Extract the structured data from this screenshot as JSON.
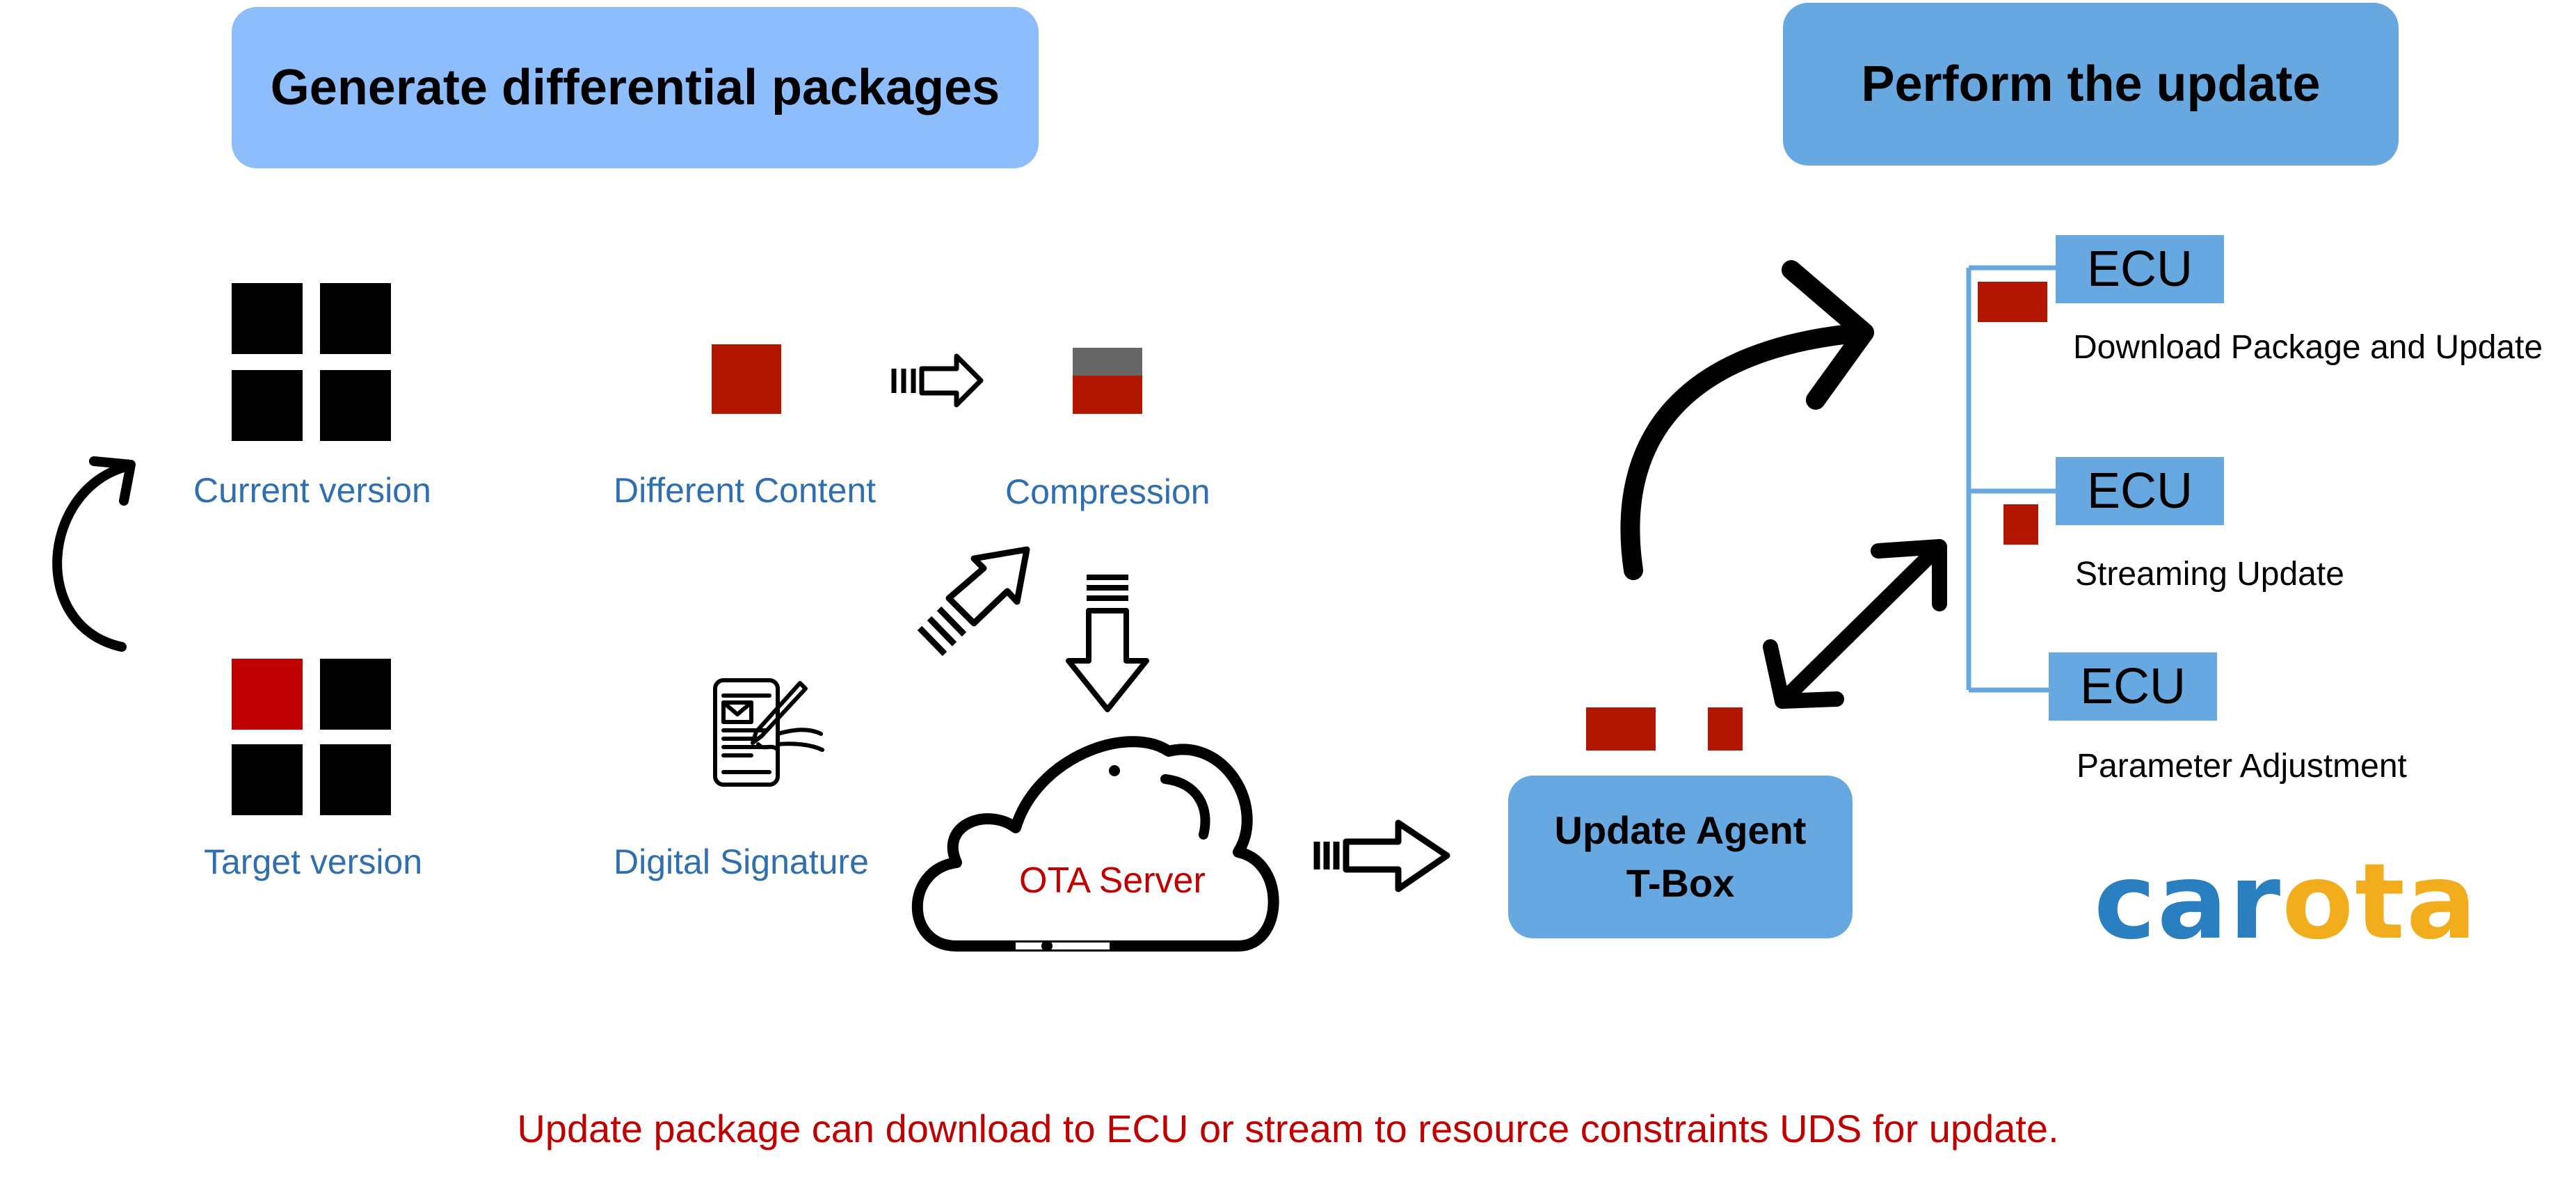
{
  "headers": {
    "left": "Generate differential packages",
    "right": "Perform the update"
  },
  "labels": {
    "current_version": "Current version",
    "target_version": "Target version",
    "different_content": "Different Content",
    "compression": "Compression",
    "digital_signature": "Digital Signature",
    "ota_server": "OTA Server"
  },
  "update_agent": {
    "line1": "Update Agent",
    "line2": "T-Box"
  },
  "ecus": [
    {
      "label": "ECU",
      "caption": "Download Package and Update"
    },
    {
      "label": "ECU",
      "caption": "Streaming Update"
    },
    {
      "label": "ECU",
      "caption": "Parameter Adjustment"
    }
  ],
  "footer": "Update package can download to ECU or stream to resource constraints UDS for update.",
  "logo": {
    "letters": [
      "c",
      "a",
      "r",
      "o",
      "t",
      "a"
    ],
    "colors": [
      "#2a7fc1",
      "#2a7fc1",
      "#2a7fc1",
      "#f1ad1b",
      "#f1ad1b",
      "#f1ad1b"
    ]
  },
  "colors": {
    "header_left": "#8dbdfb",
    "header_right": "#68a8e0",
    "red": "#b31700",
    "bright_red": "#c00000",
    "gray": "#666666",
    "ecu_line": "#68a8e0"
  },
  "icons": [
    "grid-icon",
    "curved-arrow-icon",
    "striped-arrow-icon",
    "cloud-icon",
    "signature-device-icon",
    "double-arrow-icon"
  ]
}
